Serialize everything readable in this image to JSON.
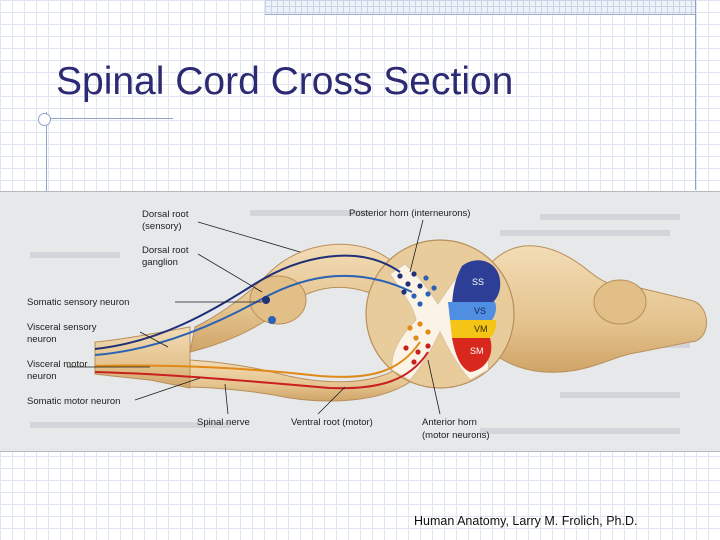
{
  "slide": {
    "title": "Spinal Cord Cross Section",
    "caption": "Human Anatomy, Larry M. Frolich, Ph.D."
  },
  "figure": {
    "labels": {
      "dorsal_root_1": "Dorsal root",
      "dorsal_root_2": "(sensory)",
      "ganglion_1": "Dorsal root",
      "ganglion_2": "ganglion",
      "somatic_sensory": "Somatic sensory neuron",
      "visceral_sensory_1": "Visceral sensory",
      "visceral_sensory_2": "neuron",
      "visceral_motor_1": "Visceral motor",
      "visceral_motor_2": "neuron",
      "somatic_motor": "Somatic motor neuron",
      "spinal_nerve": "Spinal nerve",
      "ventral_root": "Ventral root (motor)",
      "anterior_horn_1": "Anterior horn",
      "anterior_horn_2": "(motor neurons)",
      "posterior_horn": "Posterior horn (interneurons)"
    },
    "zones": {
      "ss": "SS",
      "vs": "VS",
      "vm": "VM",
      "sm": "SM"
    },
    "colors": {
      "somatic_sensory": "#1f2f78",
      "visceral_sensory": "#2b62b4",
      "visceral_motor": "#e08a18",
      "somatic_motor": "#c81f1f",
      "tissue": "#e7c896",
      "gray_matter": "#fbf3e6",
      "ss_zone": "#2c3e96",
      "vs_zone": "#4f8ee0",
      "vm_zone": "#f4c417",
      "sm_zone": "#d8281e"
    }
  }
}
